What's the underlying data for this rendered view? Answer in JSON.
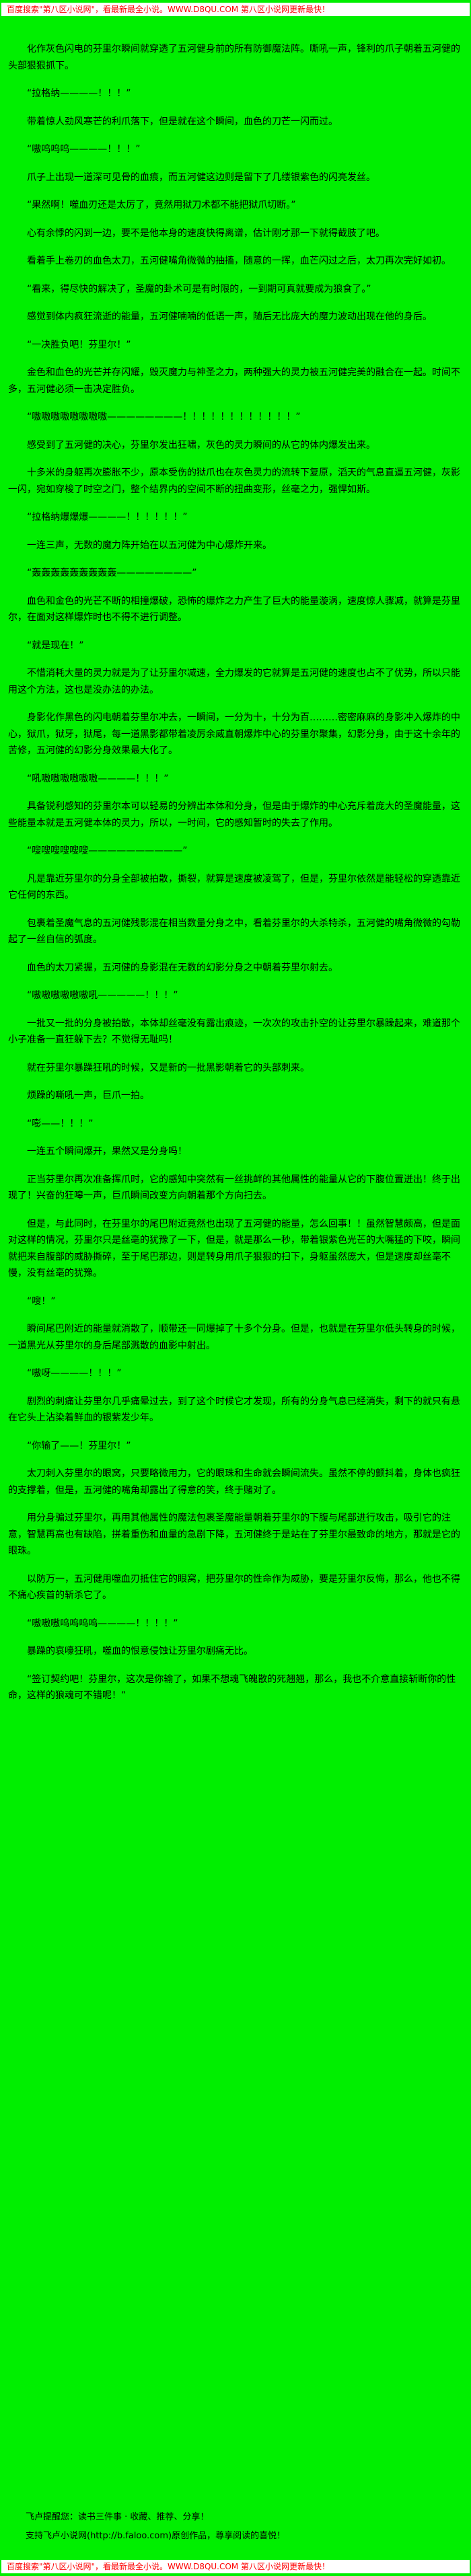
{
  "colors": {
    "page_background": "#00ef00",
    "banner_background": "#ffffff",
    "banner_text": "#ff0000",
    "body_text": "#000000"
  },
  "top_banner": {
    "text": "百度搜索\"第八区小说网\"，看最新最全小说。WWW.D8QU.COM  第八区小说网更新最快！"
  },
  "bottom_banner": {
    "text": "百度搜索\"第八区小说网\"，看最新最全小说。WWW.D8QU.COM  第八区小说网更新最快！"
  },
  "novel": {
    "paragraphs": [
      "化作灰色闪电的芬里尔瞬间就穿透了五河健身前的所有防御魔法阵。嘶吼一声，锋利的爪子朝着五河健的头部狠狠抓下。",
      "“拉格纳————！！！”",
      "带着惊人劲风寒芒的利爪落下，但是就在这个瞬间，血色的刀芒一闪而过。",
      "“嗷呜呜呜————！！！”",
      "爪子上出现一道深可见骨的血痕，而五河健这边则是留下了几缕银紫色的闪亮发丝。",
      "“果然啊！噬血刃还是太厉了，竟然用狱刀术都不能把狱爪切断。”",
      "心有余悸的闪到一边，要不是他本身的速度快得离谱，估计刚才那一下就得截肢了吧。",
      "看着手上卷刃的血色太刀，五河健嘴角微微的抽搐，随意的一挥，血芒闪过之后，太刀再次完好如初。",
      "“看来，得尽快的解决了，圣魔的卦术可是有时限的，一到期可真就要成为狼食了。”",
      "感觉到体内疯狂流逝的能量，五河健喃喃的低语一声，随后无比庞大的魔力波动出现在他的身后。",
      "“一决胜负吧！芬里尔！”",
      "金色和血色的光芒并存闪耀，毁灭魔力与神圣之力，两种强大的灵力被五河健完美的融合在一起。时间不多，五河健必须一击决定胜负。",
      "“嗷嗷嗷嗷嗷嗷嗷嗷————————！！！！！！！！！！！！”",
      "感受到了五河健的决心，芬里尔发出狂啸，灰色的灵力瞬间的从它的体内爆发出来。",
      "十多米的身躯再次膨胀不少，原本受伤的狱爪也在灰色灵力的流转下复原，滔天的气息直逼五河健，灰影一闪，宛如穿梭了时空之门，整个结界内的空间不断的扭曲变形，丝毫之力，强悍如斯。",
      "“拉格纳爆爆爆————！！！！！！”",
      "一连三声，无数的魔力阵开始在以五河健为中心爆炸开来。",
      "“轰轰轰轰轰轰轰轰轰————————”",
      "血色和金色的光芒不断的相撞爆破，恐怖的爆炸之力产生了巨大的能量漩涡，速度惊人骤减，就算是芬里尔，在面对这样爆炸时也不得不进行调整。",
      "“就是现在！”",
      "不惜消耗大量的灵力就是为了让芬里尔减速，全力爆发的它就算是五河健的速度也占不了优势，所以只能用这个方法，这也是没办法的办法。",
      "身影化作黑色的闪电朝着芬里尔冲去，一瞬间，一分为十，十分为百………密密麻麻的身影冲入爆炸的中心，狱爪，狱牙，狱尾，每一道黑影都带着凌厉余威直朝爆炸中心的芬里尔聚集，幻影分身，由于这十余年的苦修，五河健的幻影分身效果最大化了。",
      "“吼嗷嗷嗷嗷嗷嗷————！！！”",
      "具备锐利感知的芬里尔本可以轻易的分辨出本体和分身，但是由于爆炸的中心充斥着庞大的圣魔能量，这些能量本就是五河健本体的灵力，所以，一时间，它的感知暂时的失去了作用。",
      "“嗖嗖嗖嗖嗖嗖——————————”",
      "凡是靠近芬里尔的分身全部被拍散，撕裂，就算是速度被凌驾了，但是，芬里尔依然是能轻松的穿透靠近它任何的东西。",
      "包裹着圣魔气息的五河健残影混在相当数量分身之中，看着芬里尔的大杀特杀，五河健的嘴角微微的勾勒起了一丝自信的弧度。",
      "血色的太刀紧握，五河健的身影混在无数的幻影分身之中朝着芬里尔射去。",
      "“嗷嗷嗷嗷嗷嗷吼—————！！！”",
      "一批又一批的分身被拍散，本体却丝毫没有露出痕迹，一次次的攻击扑空的让芬里尔暴躁起来，难道那个小子准备一直狂躲下去？不觉得无耻吗！",
      "就在芬里尔暴躁狂吼的时候，又是新的一批黑影朝着它的头部刺来。",
      "烦躁的嘶吼一声，巨爪一拍。",
      "“嘭——！！！”",
      "一连五个瞬间爆开，果然又是分身吗！",
      "正当芬里尔再次准备挥爪时，它的感知中突然有一丝挑衅的其他属性的能量从它的下腹位置迸出！终于出现了！兴奋的狂嗥一声，巨爪瞬间改变方向朝着那个方向扫去。",
      "但是，与此同时，在芬里尔的尾巴附近竟然也出现了五河健的能量，怎么回事！！虽然智慧颇高，但是面对这样的情况，芬里尔只是丝毫的犹豫了一下，但是，就是那么一秒，带着银紫色光芒的大嘴猛的下咬，瞬间就把来自腹部的威胁撕碎，至于尾巴那边，则是转身用爪子狠狠的扫下，身躯虽然庞大，但是速度却丝毫不慢，没有丝毫的犹豫。",
      "“嗖！”",
      "瞬间尾巴附近的能量就消散了，顺带还一同爆掉了十多个分身。但是，也就是在芬里尔低头转身的时候，一道黑光从芬里尔的身后尾部溅散的血影中射出。",
      "“嗷呀————！！！”",
      "剧烈的刺痛让芬里尔几乎痛晕过去，到了这个时候它才发现，所有的分身气息已经消失，剩下的就只有悬在它头上沾染着鲜血的银紫发少年。",
      "“你输了——！芬里尔！”",
      "太刀刺入芬里尔的眼窝，只要略微用力，它的眼珠和生命就会瞬间流失。虽然不停的颤抖着，身体也疯狂的支撑着，但是，五河健的嘴角却露出了得意的笑，终于赌对了。",
      "用分身骗过芬里尔，再用其他属性的魔法包裹圣魔能量朝着芬里尔的下腹与尾部进行攻击，吸引它的注意，智慧再高也有缺陷，拼着重伤和血量的急剧下降，五河健终于是站在了芬里尔最致命的地方，那就是它的眼珠。",
      "以防万一，五河健用噬血刃抵住它的眼窝，把芬里尔的性命作为威胁，要是芬里尔反悔，那么，他也不得不痛心疾首的斩杀它了。",
      "“嗷嗷嗷呜呜呜呜————！！！！”",
      "暴躁的哀嚎狂吼，噬血的恨意侵蚀让芬里尔剧痛无比。",
      "“签订契约吧！芬里尔，这次是你输了，如果不想魂飞魄散的死翘翘，那么，我也不介意直接斩断你的性命，这样的狼魂可不错呢！”"
    ]
  },
  "faloo": {
    "reminder": "飞卢提醒您：读书三件事 · 收藏、推荐、分享！",
    "support": "支持飞卢小说网(http://b.faloo.com)原创作品，尊享阅读的喜悦！"
  }
}
